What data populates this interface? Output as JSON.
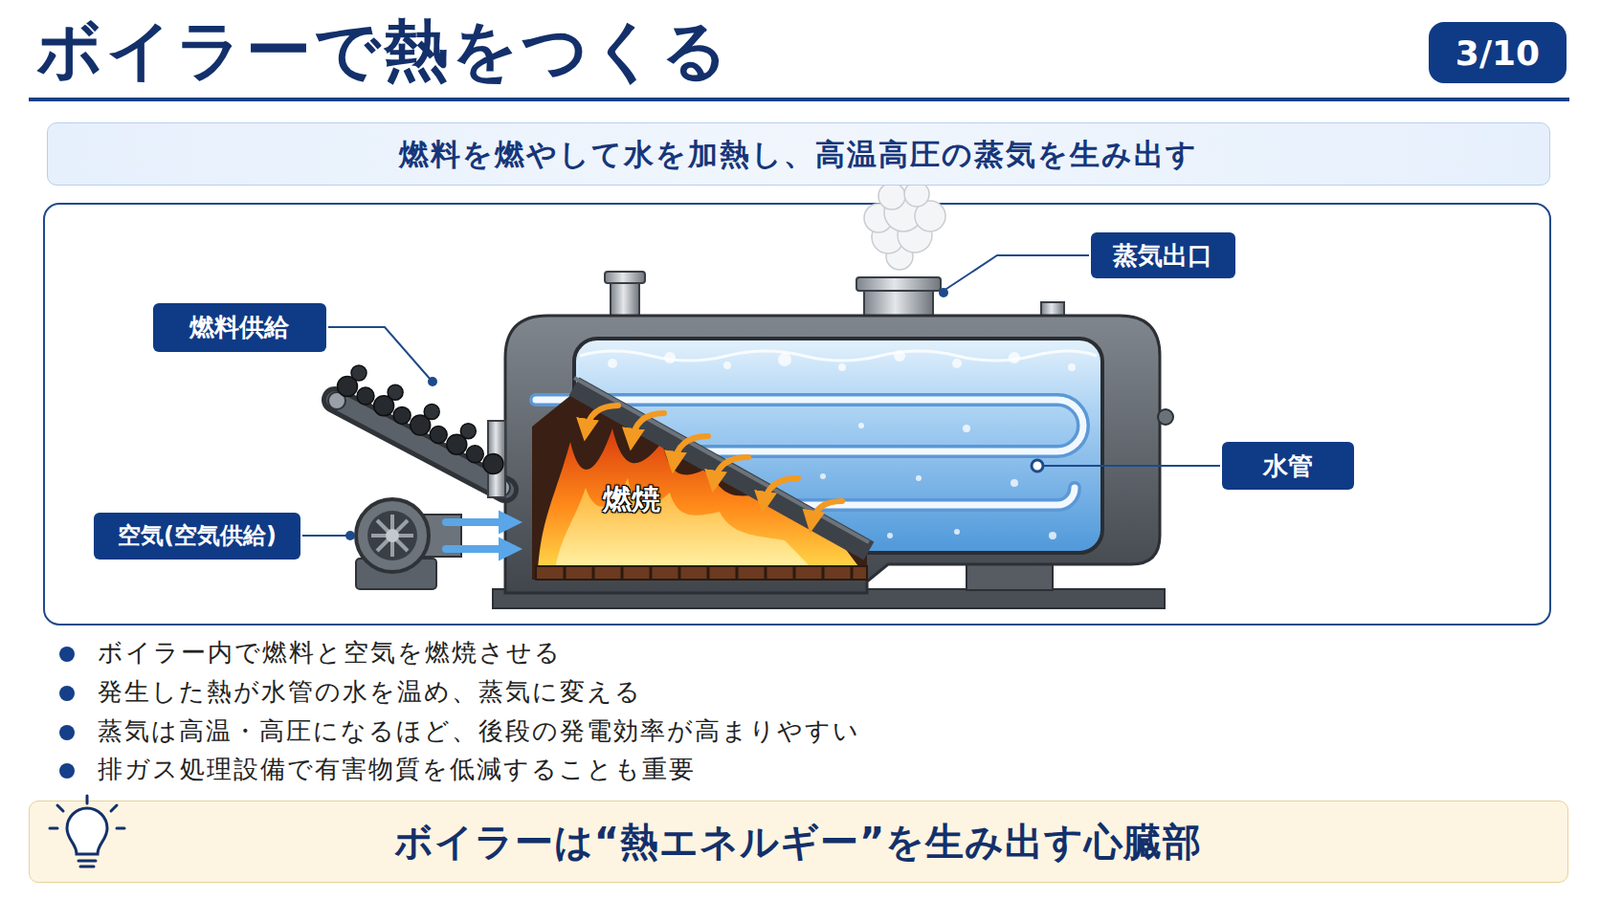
{
  "diagram": {
    "title": "ボイラーで熱をつくる",
    "nodes": [
      {
        "text": [
          "3/10"
        ]
      },
      {
        "text": [
          "燃料を燃やして水を加熱し、高温高圧の蒸気を生み出す"
        ]
      },
      {
        "text": [
          "蒸気出口"
        ]
      },
      {
        "text": [
          "燃料供給"
        ]
      },
      {
        "text": [
          "水管"
        ]
      },
      {
        "text": [
          "空気(空気供給)"
        ]
      },
      {
        "text": [
          "ボイラーは“熱エネルギー”を生み出す心臓部"
        ]
      }
    ],
    "labels": [
      "燃焼",
      "ボイラー内で燃料と空気を燃焼させる",
      "発生した熱が水管の水を温め、蒸気に変える",
      "蒸気は高温・高圧になるほど、後段の発電効率が高まりやすい",
      "排ガス処理設備で有害物質を低減することも重要"
    ]
  }
}
